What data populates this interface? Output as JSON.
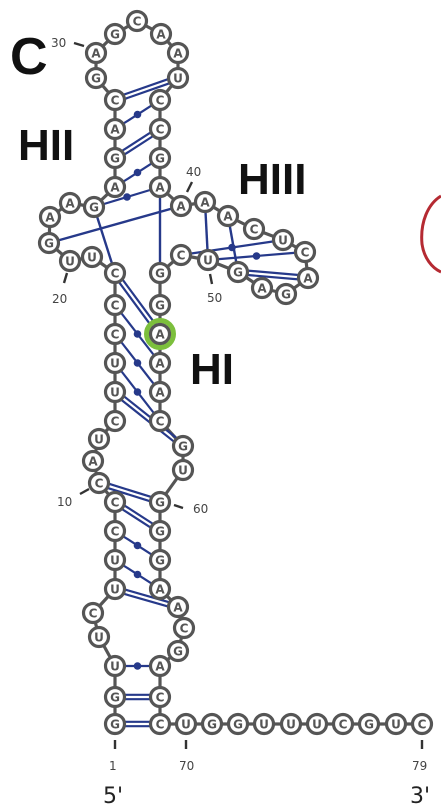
{
  "panel_label": "C",
  "helix_labels": [
    "HII",
    "HIII",
    "HI"
  ],
  "ends": {
    "five_prime": "5'",
    "three_prime": "3'"
  },
  "position_labels": [
    "1",
    "10",
    "20",
    "30",
    "40",
    "50",
    "60",
    "70",
    "79"
  ],
  "sequence": "GGUUCUCCUUACUGGUUCAGAGCAGGACAGAAGCCACUGAUCAGCCGUGAAGGAAACUUCCAGCCCUGGCUCUUUUUCCGUC",
  "nucleotides": [
    {
      "n": 1,
      "base": "G"
    },
    {
      "n": 2,
      "base": "G"
    },
    {
      "n": 3,
      "base": "U"
    },
    {
      "n": 4,
      "base": "U"
    },
    {
      "n": 5,
      "base": "C"
    },
    {
      "n": 6,
      "base": "U"
    },
    {
      "n": 7,
      "base": "U"
    },
    {
      "n": 8,
      "base": "C"
    },
    {
      "n": 9,
      "base": "C"
    },
    {
      "n": 10,
      "base": "C"
    },
    {
      "n": 11,
      "base": "A"
    },
    {
      "n": 12,
      "base": "U"
    },
    {
      "n": 13,
      "base": "C"
    },
    {
      "n": 14,
      "base": "U"
    },
    {
      "n": 15,
      "base": "U"
    },
    {
      "n": 16,
      "base": "C"
    },
    {
      "n": 17,
      "base": "C"
    },
    {
      "n": 18,
      "base": "C"
    },
    {
      "n": 19,
      "base": "U"
    },
    {
      "n": 20,
      "base": "U"
    },
    {
      "n": 21,
      "base": "G"
    },
    {
      "n": 22,
      "base": "A"
    },
    {
      "n": 23,
      "base": "A"
    },
    {
      "n": 24,
      "base": "G"
    },
    {
      "n": 25,
      "base": "A"
    },
    {
      "n": 26,
      "base": "G"
    },
    {
      "n": 27,
      "base": "A"
    },
    {
      "n": 28,
      "base": "C"
    },
    {
      "n": 29,
      "base": "G"
    },
    {
      "n": 30,
      "base": "A"
    },
    {
      "n": 31,
      "base": "G"
    },
    {
      "n": 32,
      "base": "C"
    },
    {
      "n": 33,
      "base": "A"
    },
    {
      "n": 34,
      "base": "A"
    },
    {
      "n": 35,
      "base": "U"
    },
    {
      "n": 36,
      "base": "C"
    },
    {
      "n": 37,
      "base": "C"
    },
    {
      "n": 38,
      "base": "G"
    },
    {
      "n": 39,
      "base": "A"
    },
    {
      "n": 40,
      "base": "A"
    },
    {
      "n": 41,
      "base": "A"
    },
    {
      "n": 42,
      "base": "A"
    },
    {
      "n": 43,
      "base": "C"
    },
    {
      "n": 44,
      "base": "U"
    },
    {
      "n": 45,
      "base": "C"
    },
    {
      "n": 46,
      "base": "A"
    },
    {
      "n": 47,
      "base": "G"
    },
    {
      "n": 48,
      "base": "A"
    },
    {
      "n": 49,
      "base": "G"
    },
    {
      "n": 50,
      "base": "U"
    },
    {
      "n": 51,
      "base": "C"
    },
    {
      "n": 52,
      "base": "G"
    },
    {
      "n": 53,
      "base": "G"
    },
    {
      "n": 54,
      "base": "A"
    },
    {
      "n": 55,
      "base": "A"
    },
    {
      "n": 56,
      "base": "A"
    },
    {
      "n": 57,
      "base": "C"
    },
    {
      "n": 58,
      "base": "G"
    },
    {
      "n": 59,
      "base": "U"
    },
    {
      "n": 60,
      "base": "G"
    },
    {
      "n": 61,
      "base": "G"
    },
    {
      "n": 62,
      "base": "G"
    },
    {
      "n": 63,
      "base": "A"
    },
    {
      "n": 64,
      "base": "A"
    },
    {
      "n": 65,
      "base": "C"
    },
    {
      "n": 66,
      "base": "G"
    },
    {
      "n": 67,
      "base": "A"
    },
    {
      "n": 68,
      "base": "C"
    },
    {
      "n": 69,
      "base": "C"
    },
    {
      "n": 70,
      "base": "U"
    },
    {
      "n": 71,
      "base": "G"
    },
    {
      "n": 72,
      "base": "G"
    },
    {
      "n": 73,
      "base": "U"
    },
    {
      "n": 74,
      "base": "U"
    },
    {
      "n": 75,
      "base": "U"
    },
    {
      "n": 76,
      "base": "C"
    },
    {
      "n": 77,
      "base": "G"
    },
    {
      "n": 78,
      "base": "U"
    },
    {
      "n": 79,
      "base": "C"
    }
  ],
  "base_pairs": [
    [
      1,
      69,
      "wc"
    ],
    [
      2,
      68,
      "wc"
    ],
    [
      3,
      67,
      "gu"
    ],
    [
      6,
      64,
      "wc"
    ],
    [
      7,
      63,
      "gu"
    ],
    [
      8,
      62,
      "gu"
    ],
    [
      9,
      61,
      "wc"
    ],
    [
      10,
      60,
      "wc"
    ],
    [
      14,
      58,
      "wc"
    ],
    [
      15,
      57,
      "gu"
    ],
    [
      16,
      56,
      "gu"
    ],
    [
      17,
      55,
      "gu"
    ],
    [
      18,
      54,
      "wc"
    ],
    [
      24,
      39,
      "gu"
    ],
    [
      25,
      38,
      "gu"
    ],
    [
      26,
      37,
      "wc"
    ],
    [
      27,
      36,
      "gu"
    ],
    [
      28,
      35,
      "wc"
    ],
    [
      44,
      51,
      "gu"
    ],
    [
      45,
      50,
      "gu"
    ],
    [
      46,
      49,
      "wc"
    ]
  ],
  "tertiary_contacts": [
    [
      21,
      40
    ],
    [
      24,
      18
    ],
    [
      39,
      54
    ],
    [
      41,
      50
    ],
    [
      42,
      49
    ]
  ],
  "highlighted": [
    54
  ]
}
